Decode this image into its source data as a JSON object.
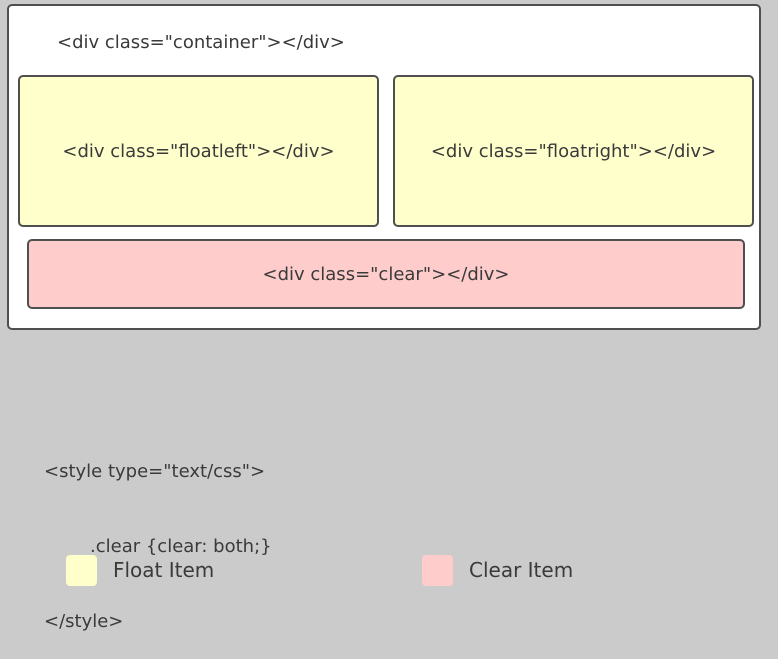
{
  "diagram": {
    "container_label": "<div class=\"container\"></div>",
    "boxes": {
      "floatleft": "<div class=\"floatleft\"></div>",
      "floatright": "<div class=\"floatright\"></div>",
      "clear": "<div class=\"clear\"></div>"
    }
  },
  "code": {
    "lines": [
      "<style type=\"text/css\">",
      ".clear {clear: both;}",
      "</style>"
    ]
  },
  "legend": {
    "items": [
      {
        "label": "Float Item",
        "color": "#ffffcc"
      },
      {
        "label": "Clear Item",
        "color": "#ffcccc"
      }
    ]
  },
  "colors": {
    "background": "#cbcbcb",
    "container": "#ffffff",
    "float": "#ffffcc",
    "clear": "#ffcccc",
    "border": "#4f4f4f"
  }
}
